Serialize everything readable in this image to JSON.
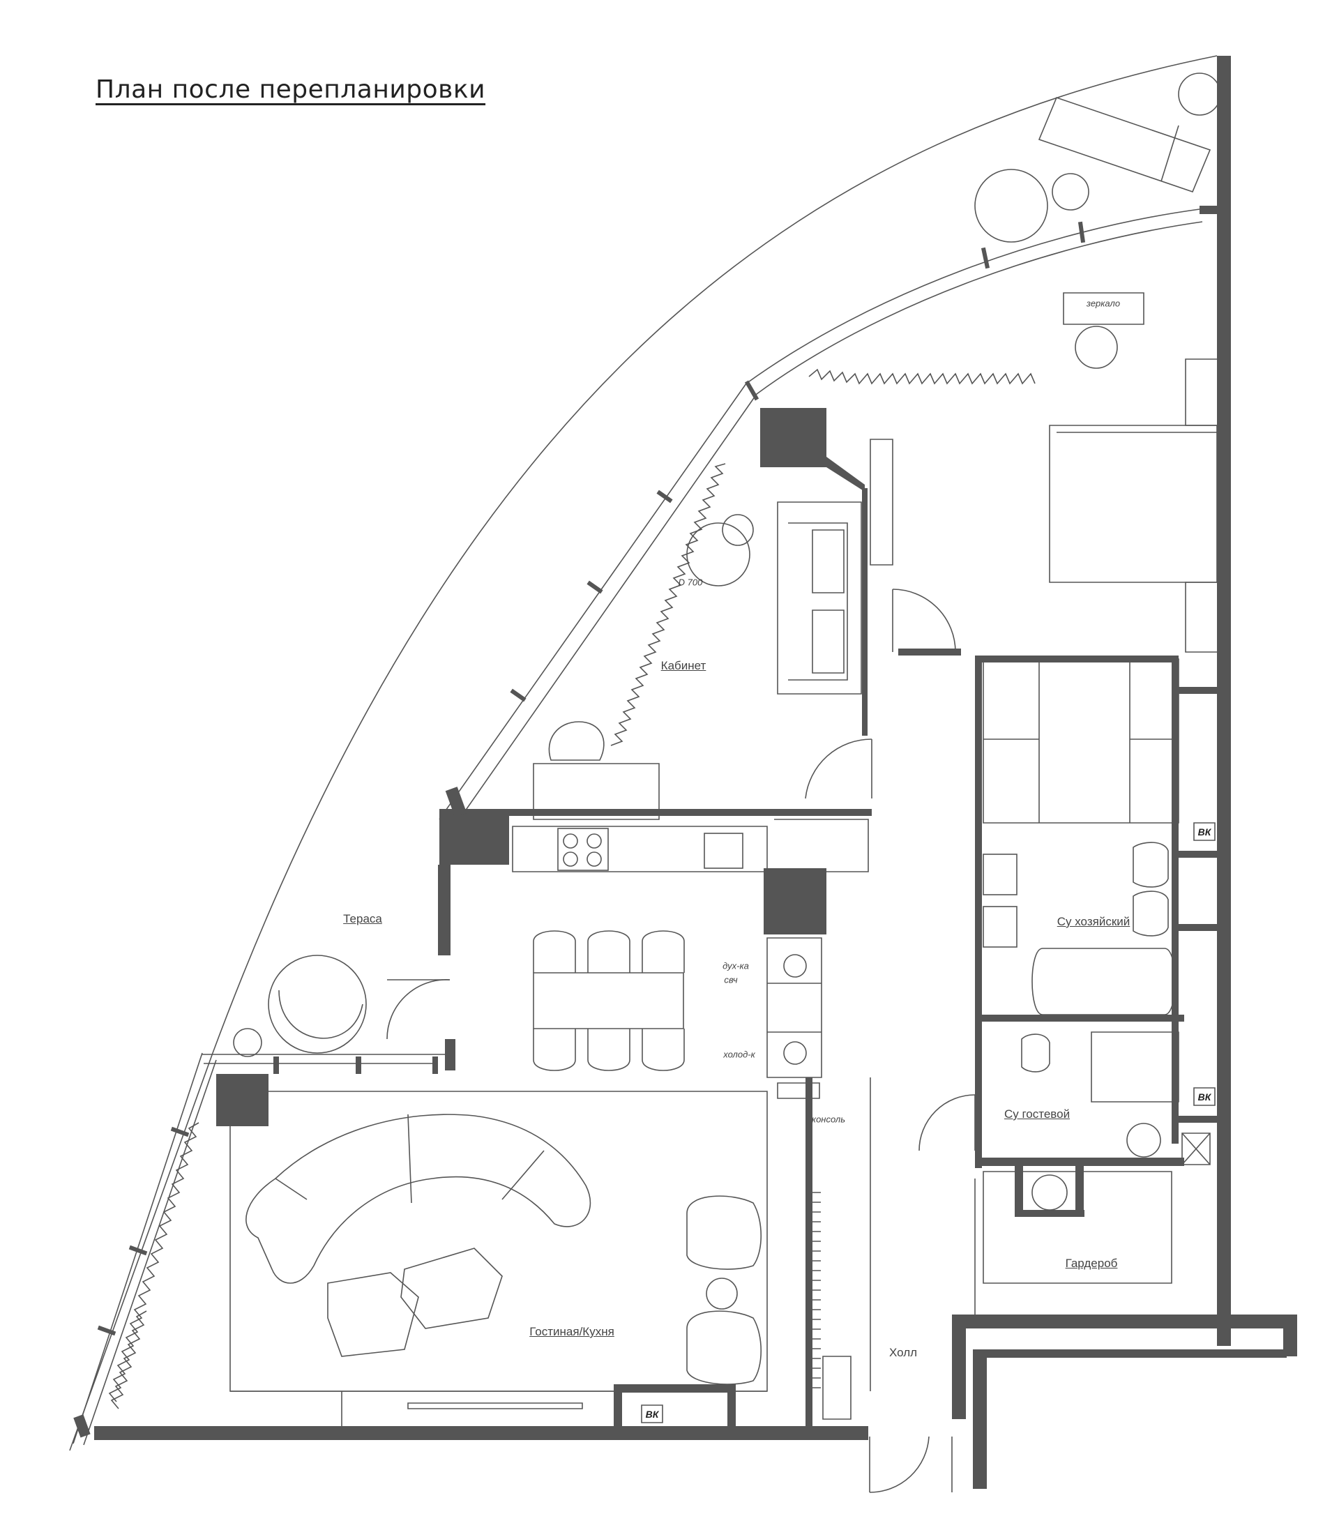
{
  "title": "План после перепланировки",
  "rooms": {
    "terrace": "Тераса",
    "study": "Кабинет",
    "living_kitchen": "Гостиная/Кухня",
    "master_bath": "Су хозяйский",
    "guest_bath": "Су гостевой",
    "wardrobe": "Гардероб",
    "hall": "Холл"
  },
  "notes": {
    "mirror": "зеркало",
    "table_diameter": "D 700",
    "oven_micro_1": "дух-ка",
    "oven_micro_2": "свч",
    "fridge": "холод-к",
    "console": "консоль"
  },
  "riser_tag": "ВК"
}
